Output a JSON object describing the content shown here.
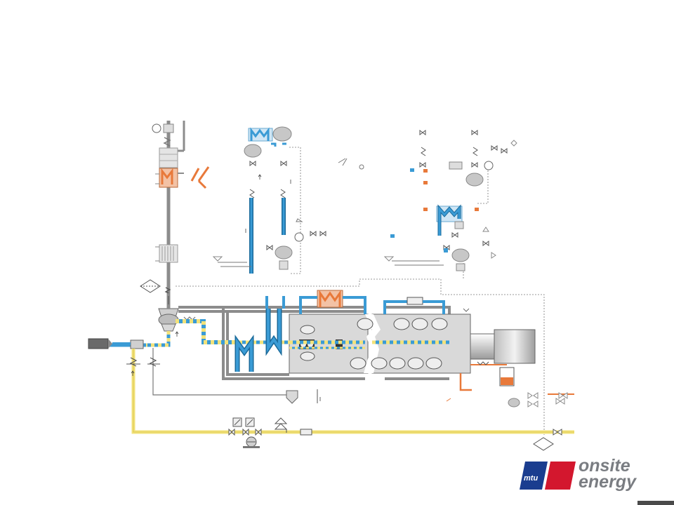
{
  "diagram": {
    "colors": {
      "pipe_gray": "#8c8c8c",
      "pipe_yellow": "#f2e27a",
      "pipe_blue": "#3a9bd5",
      "pipe_orange": "#e8793a",
      "hx_orange": "#f0b48a",
      "engine_gray": "#d9d9d9",
      "engine_dark": "#7f7f7f"
    }
  },
  "logo": {
    "mtu_text": "mtu",
    "line1": "onsite",
    "line2": "energy",
    "colors": {
      "blue": "#1a3d8f",
      "red": "#d3172e",
      "gray": "#7a7d82"
    }
  }
}
